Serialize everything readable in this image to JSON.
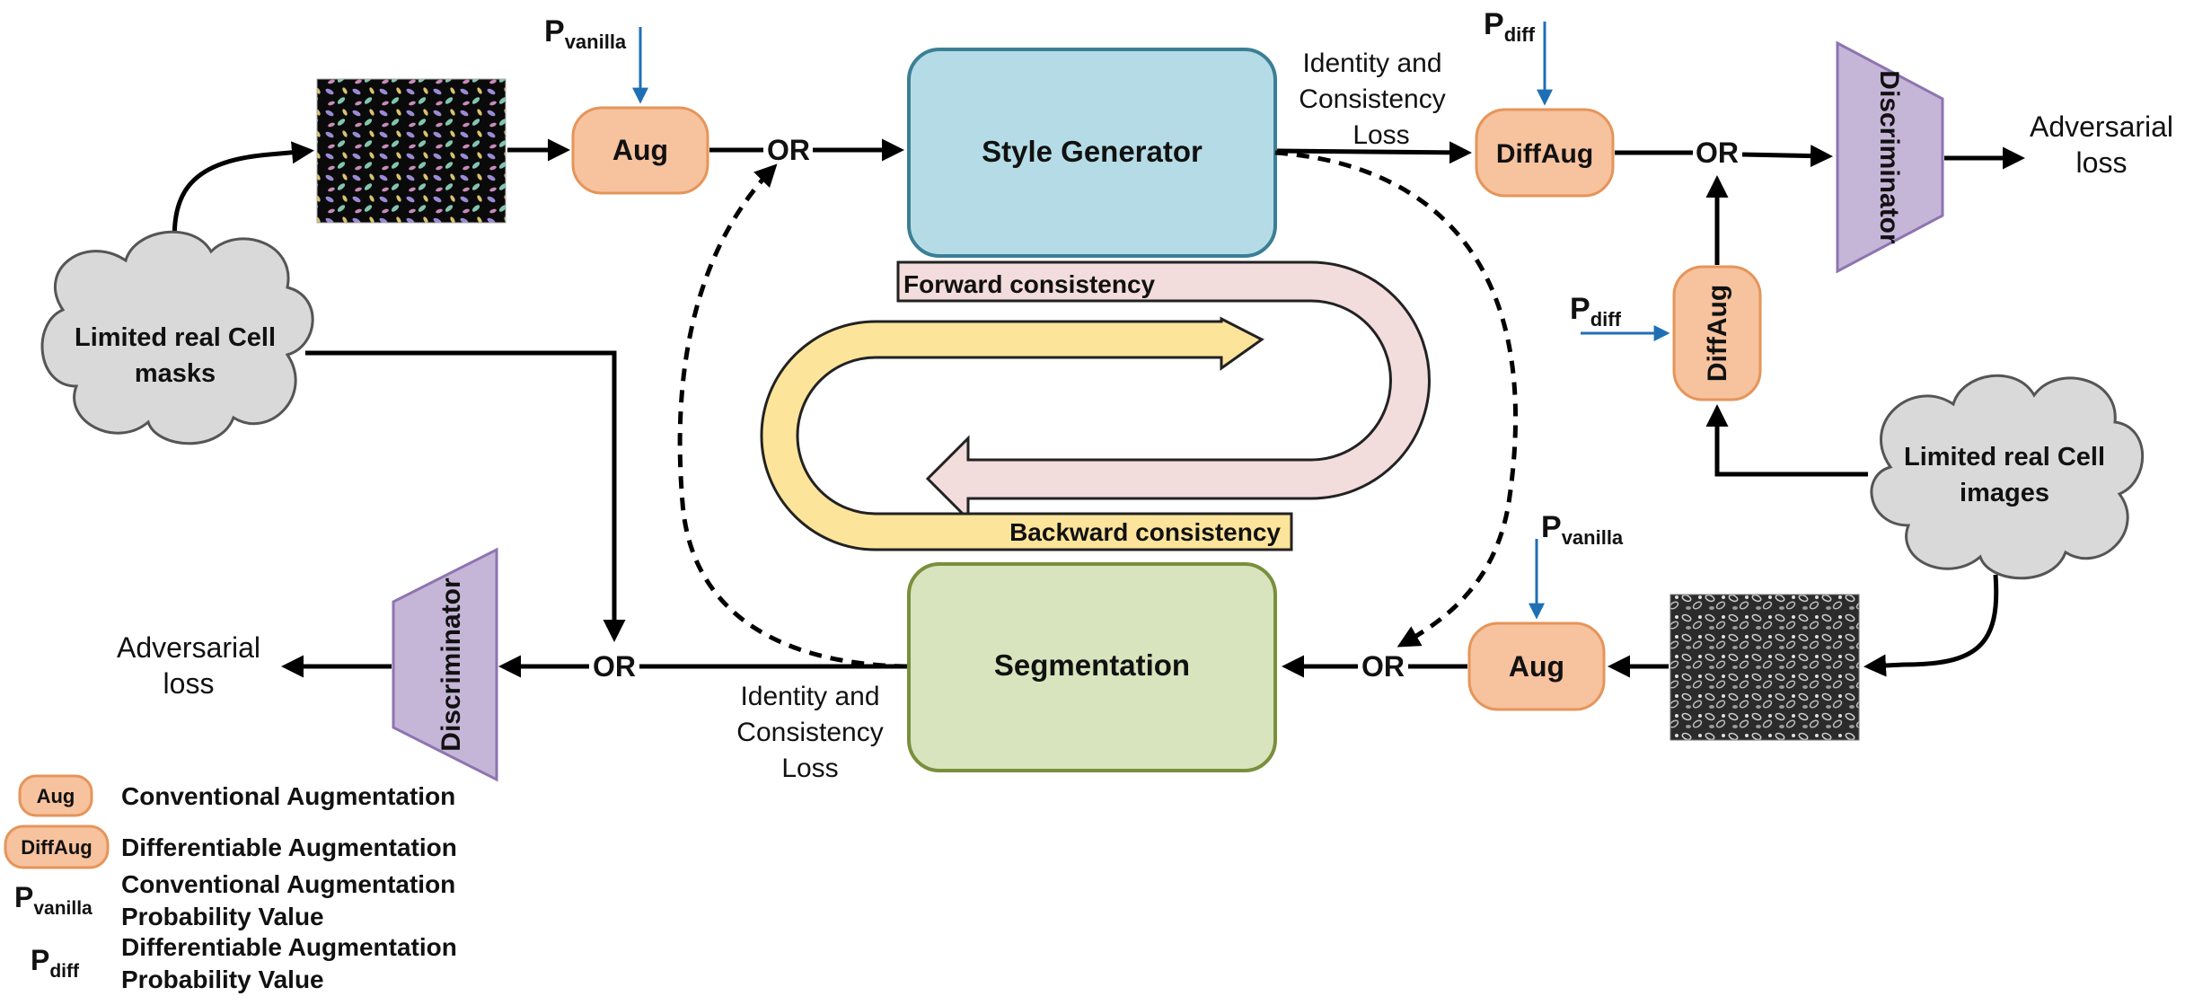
{
  "colors": {
    "aug_fill": "#f7c29e",
    "aug_stroke": "#e5955a",
    "style_gen_fill": "#b5dce6",
    "style_gen_stroke": "#3b7f95",
    "seg_fill": "#d8e4bd",
    "seg_stroke": "#7a8f3c",
    "disc_fill": "#c5b6d8",
    "disc_stroke": "#8e74b1",
    "cloud_fill": "#d9d9d9",
    "cloud_stroke": "#555555",
    "forward_fill": "#f3dcdc",
    "backward_fill": "#fde49b",
    "prob_arrow": "#1f6fb4",
    "arrow": "#000000"
  },
  "nodes": {
    "style_generator": "Style Generator",
    "segmentation": "Segmentation",
    "aug_top": "Aug",
    "aug_bottom": "Aug",
    "diffaug_top": "DiffAug",
    "diffaug_vertical": "DiffAug",
    "discriminator_top": "Discriminator",
    "discriminator_bottom": "Discriminator",
    "cloud_masks_line1": "Limited real Cell",
    "cloud_masks_line2": "masks",
    "cloud_images_line1": "Limited real Cell",
    "cloud_images_line2": "images"
  },
  "junctions": {
    "or_top_left": "OR",
    "or_top_right": "OR",
    "or_bottom_left": "OR",
    "or_bottom_right": "OR"
  },
  "labels": {
    "p_main": "P",
    "vanilla_sub": "vanilla",
    "diff_sub": "diff",
    "identity_top_line1": "Identity and",
    "identity_top_line2": "Consistency",
    "identity_top_line3": "Loss",
    "identity_bottom_line1": "Identity and",
    "identity_bottom_line2": "Consistency",
    "identity_bottom_line3": "Loss",
    "adversarial_right_line1": "Adversarial",
    "adversarial_right_line2": "loss",
    "adversarial_left_line1": "Adversarial",
    "adversarial_left_line2": "loss",
    "forward_consistency": "Forward consistency",
    "backward_consistency": "Backward consistency"
  },
  "legend": {
    "aug_badge": "Aug",
    "aug_text": "Conventional Augmentation",
    "diffaug_badge": "DiffAug",
    "diffaug_text": "Differentiable Augmentation",
    "pvanilla_text_line1": "Conventional Augmentation",
    "pvanilla_text_line2": "Probability Value",
    "pdiff_text_line1": "Differentiable Augmentation",
    "pdiff_text_line2": "Probability Value"
  }
}
